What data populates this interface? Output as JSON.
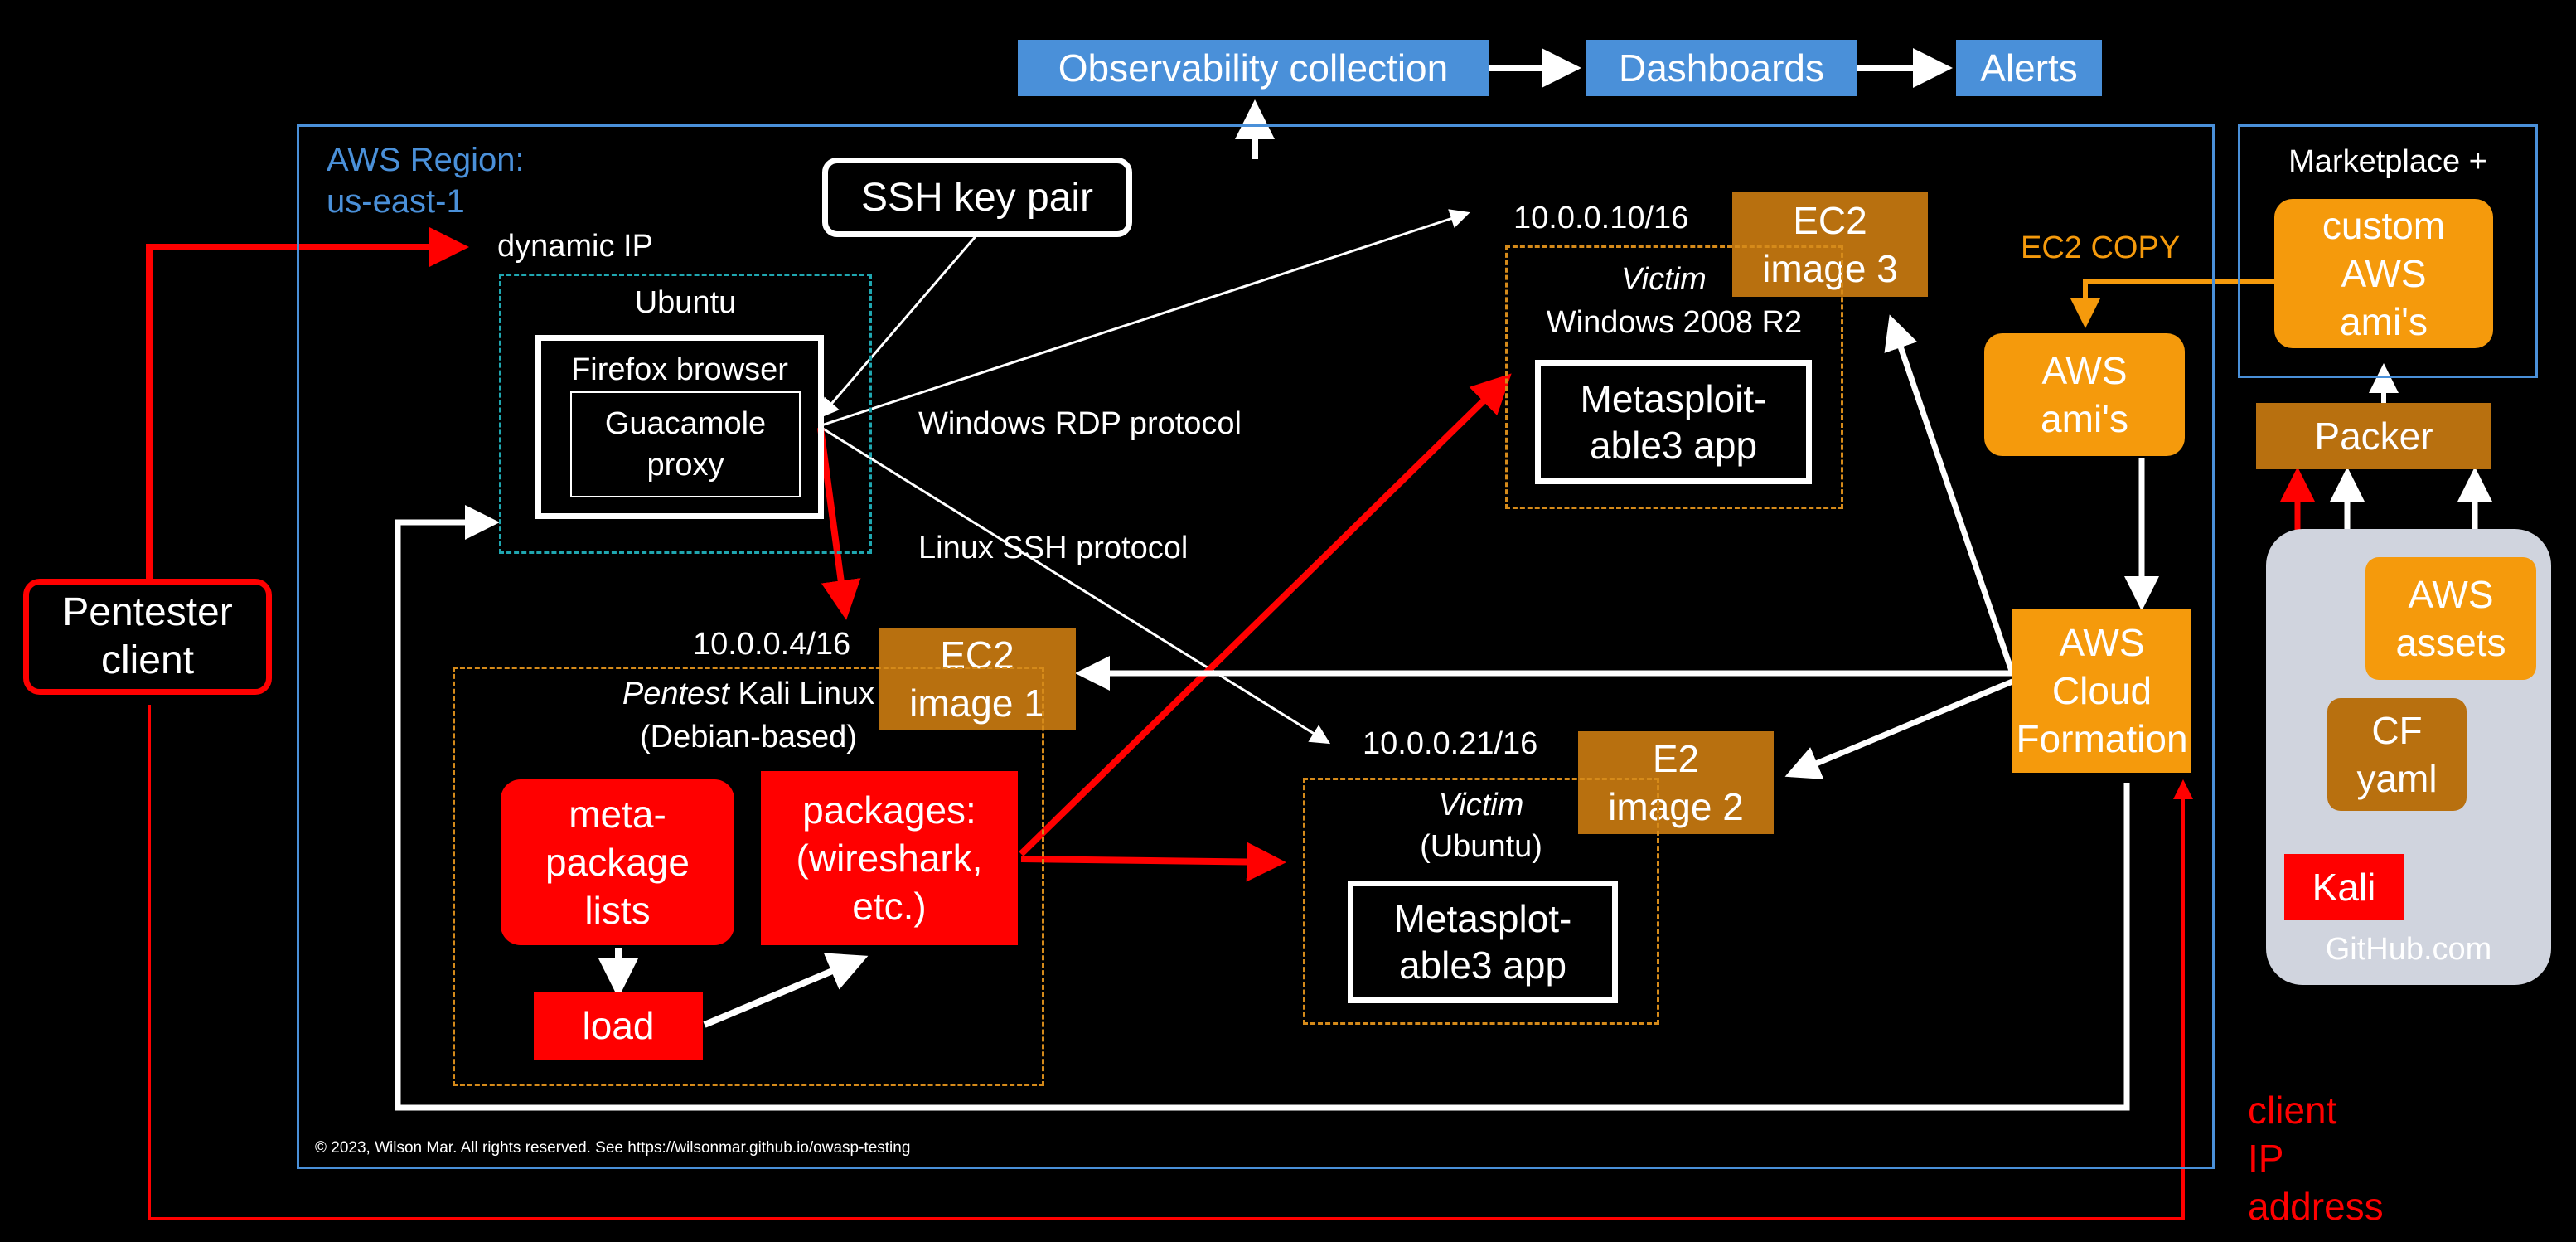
{
  "top": {
    "observability": "Observability collection",
    "dashboards": "Dashboards",
    "alerts": "Alerts"
  },
  "region": {
    "line1": "AWS Region:",
    "line2": "us-east-1"
  },
  "dynamic_ip": "dynamic IP",
  "ubuntu": {
    "title": "Ubuntu",
    "browser": "Firefox browser",
    "guac_line1": "Guacamole",
    "guac_line2": "proxy"
  },
  "ssh_key": "SSH key pair",
  "protocols": {
    "rdp": "Windows RDP protocol",
    "ssh": "Linux SSH protocol"
  },
  "pentester": {
    "line1": "Pentester",
    "line2": "client"
  },
  "kali": {
    "ip": "10.0.0.4/16",
    "image_line1": "EC2",
    "image_line2": "image 1",
    "title_italic": "Pentest",
    "title_rest": " Kali Linux",
    "subtitle": "(Debian-based)",
    "meta_line1": "meta-",
    "meta_line2": "package",
    "meta_line3": "lists",
    "load": "load",
    "pkg_line1": "packages:",
    "pkg_line2": "(wireshark,",
    "pkg_line3": "etc.)"
  },
  "win": {
    "ip": "10.0.0.10/16",
    "image_line1": "EC2",
    "image_line2": "image 3",
    "victim": "Victim",
    "os": "Windows 2008 R2",
    "app_line1": "Metasploit-",
    "app_line2": "able3 app"
  },
  "ubu": {
    "ip": "10.0.0.21/16",
    "image_line1": "E2",
    "image_line2": "image 2",
    "victim": "Victim",
    "os": "(Ubuntu)",
    "app_line1": "Metasplot-",
    "app_line2": "able3 app"
  },
  "aws": {
    "copy": "EC2 COPY",
    "amis_line1": "AWS",
    "amis_line2": "ami's",
    "cf_line1": "AWS",
    "cf_line2": "Cloud",
    "cf_line3": "Formation"
  },
  "market": {
    "title": "Marketplace +",
    "custom_line1": "custom",
    "custom_line2": "AWS",
    "custom_line3": "ami's",
    "packer": "Packer"
  },
  "github": {
    "assets_line1": "AWS",
    "assets_line2": "assets",
    "cf_line1": "CF",
    "cf_line2": "yaml",
    "kali": "Kali",
    "label": "GitHub.com"
  },
  "client_ip": {
    "line1": "client",
    "line2": "IP",
    "line3": "address"
  },
  "copyright": "© 2023, Wilson Mar. All rights reserved. See https://wilsonmar.github.io/owasp-testing",
  "colors": {
    "blue": "#4a90d9",
    "brown": "#b8700f",
    "orange": "#f59a0c",
    "red": "#ff0000",
    "gray": "#d0d4de",
    "region_border": "#4a90d9"
  }
}
